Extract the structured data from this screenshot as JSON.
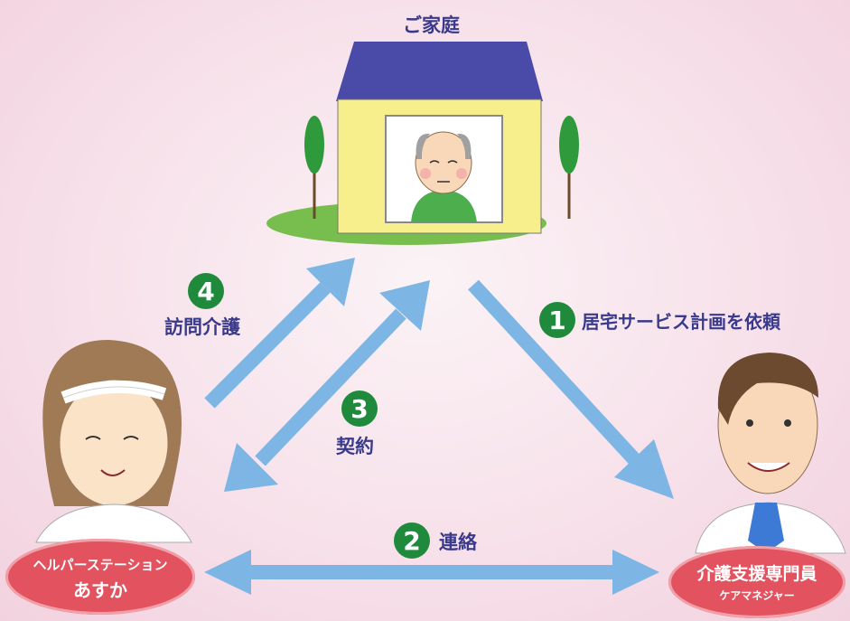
{
  "home_label": "ご家庭",
  "steps": [
    {
      "number": "1",
      "label": "居宅サービス計画を依頼"
    },
    {
      "number": "2",
      "label": "連絡"
    },
    {
      "number": "3",
      "label": "契約"
    },
    {
      "number": "4",
      "label": "訪問介護"
    }
  ],
  "helper_station": {
    "line1": "ヘルパーステーション",
    "line2": "あすか"
  },
  "care_manager": {
    "line1": "介護支援専門員",
    "line2": "ケアマネジャー"
  },
  "colors": {
    "arrow": "#7db6e4",
    "badge": "#1f8a3c",
    "pill": "#e2525f",
    "roof": "#4a4aa8",
    "wall": "#f7ef8c",
    "lawn": "#77be4e",
    "text": "#3a3a8c"
  }
}
